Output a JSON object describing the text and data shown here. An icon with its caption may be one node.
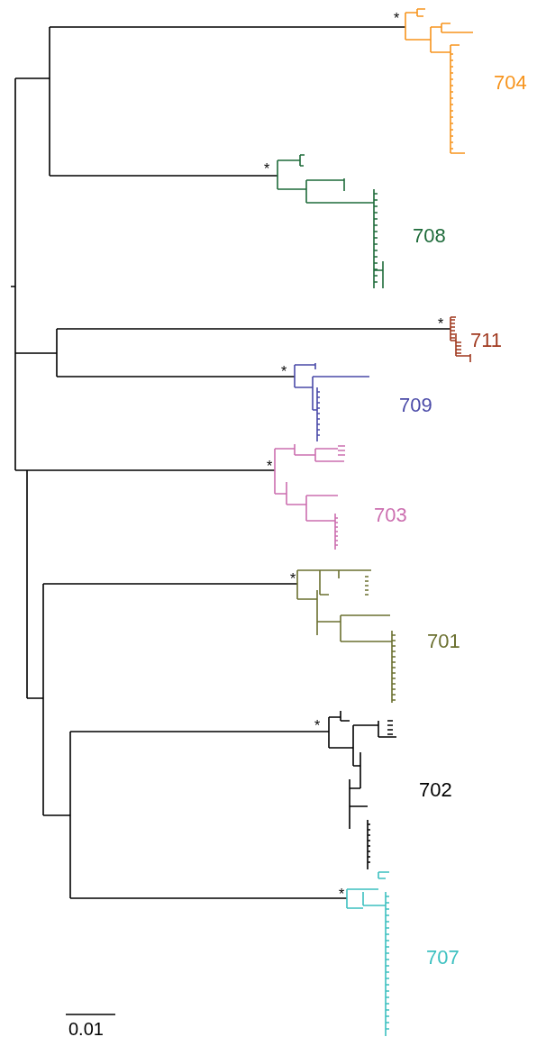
{
  "diagram": {
    "labels": [
      "*",
      "704",
      "*",
      "708",
      "*",
      "711",
      "*",
      "709",
      "*",
      "703",
      "*",
      "701",
      "*",
      "702",
      "*",
      "707",
      "0.01"
    ]
  }
}
